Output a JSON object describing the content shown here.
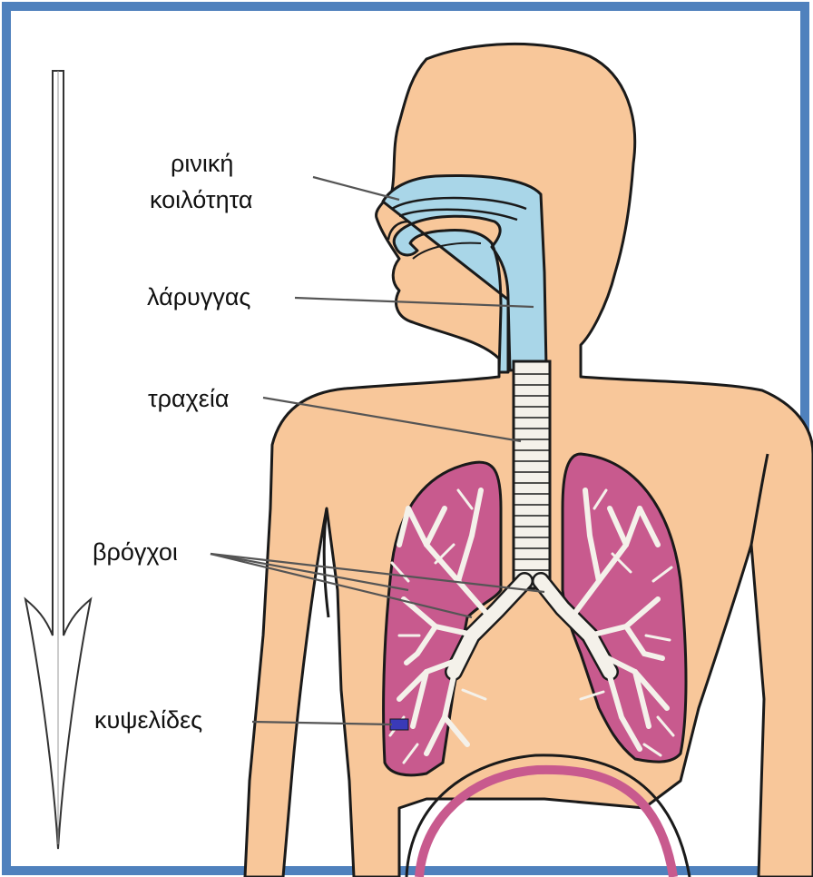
{
  "labels": {
    "nasal_cavity_line1": "ρινική",
    "nasal_cavity_line2": "κοιλότητα",
    "larynx": "λάρυγγας",
    "trachea": "τραχεία",
    "bronchi": "βρόγχοι",
    "alveoli": "κυψελίδες"
  },
  "colors": {
    "frame": "#4f81bd",
    "skin": "#f8c79a",
    "airway": "#a9d6e8",
    "lung": "#c85a8e",
    "bronchial_tree": "#f4f1ea",
    "outline": "#1a1a1a",
    "alveoli_marker": "#3a3ab8"
  }
}
